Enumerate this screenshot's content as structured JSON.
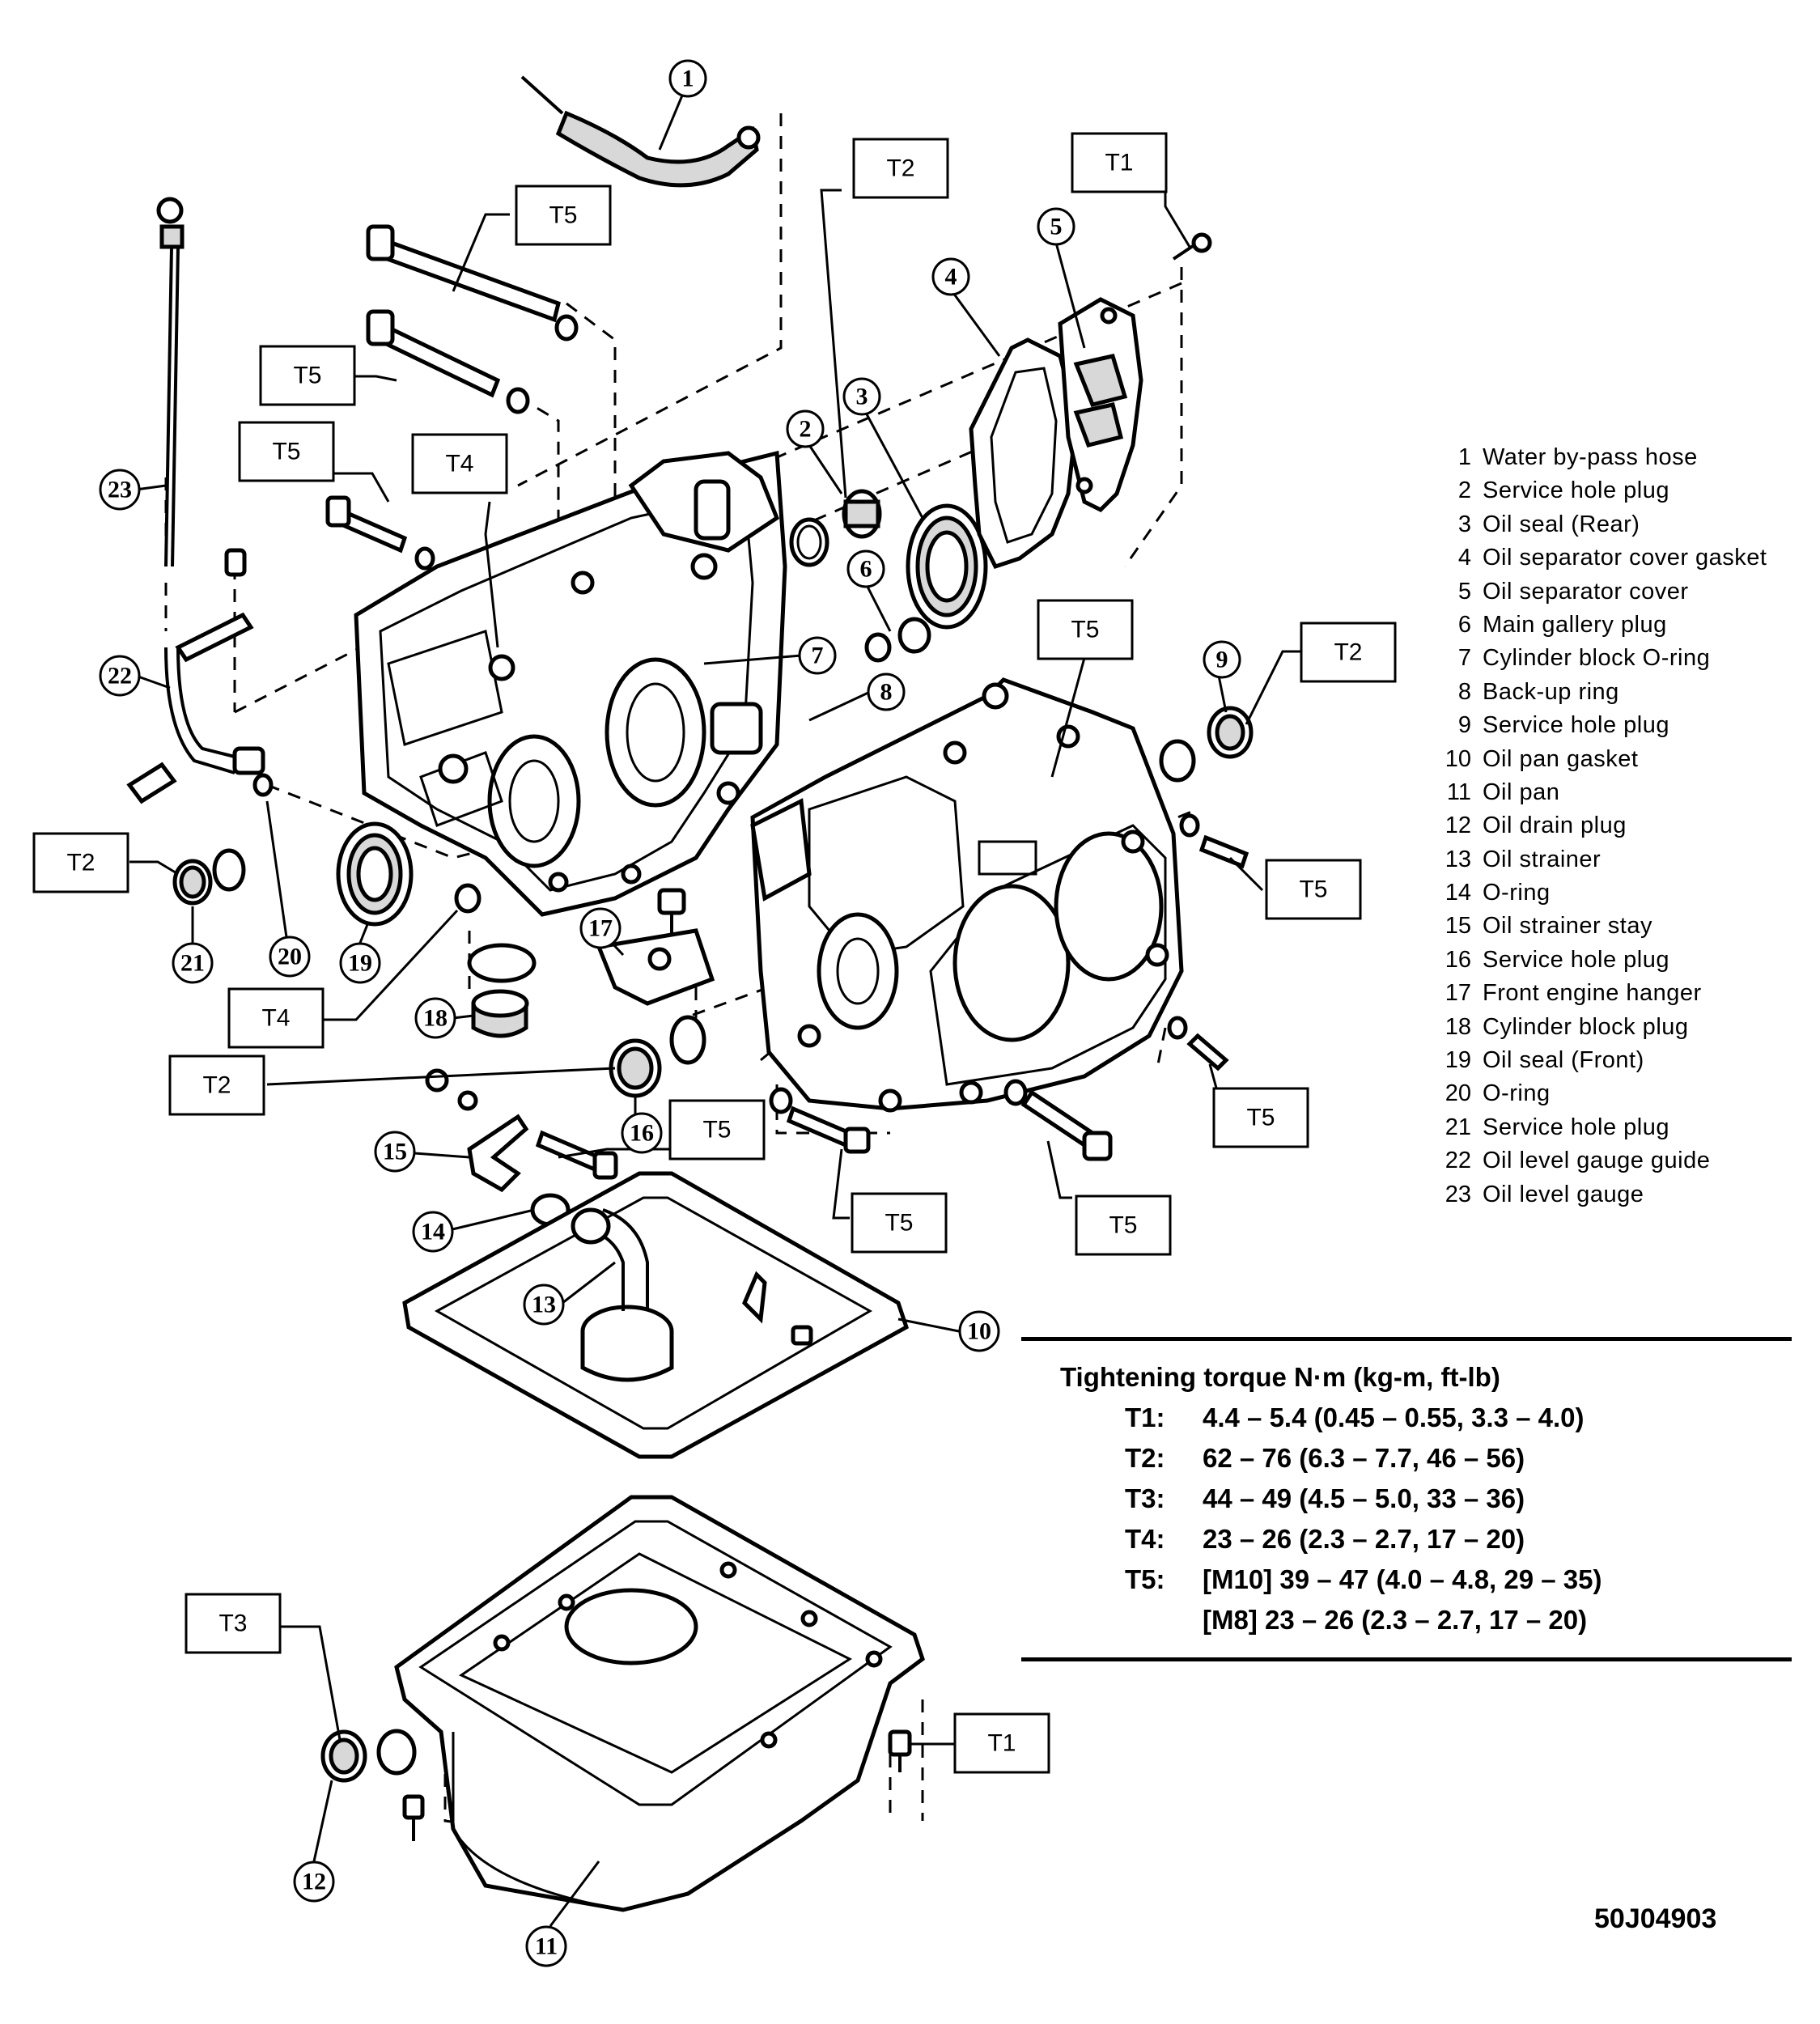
{
  "callouts": [
    "1",
    "2",
    "3",
    "4",
    "5",
    "6",
    "7",
    "8",
    "9",
    "10",
    "11",
    "12",
    "13",
    "14",
    "15",
    "16",
    "17",
    "18",
    "19",
    "20",
    "21",
    "22",
    "23"
  ],
  "torque_labels": {
    "t1": "T1",
    "t2": "T2",
    "t3": "T3",
    "t4": "T4",
    "t5": "T5"
  },
  "legend": [
    {
      "num": "1",
      "text": "Water by-pass hose"
    },
    {
      "num": "2",
      "text": "Service hole plug"
    },
    {
      "num": "3",
      "text": "Oil seal (Rear)"
    },
    {
      "num": "4",
      "text": "Oil separator cover gasket"
    },
    {
      "num": "5",
      "text": "Oil separator cover"
    },
    {
      "num": "6",
      "text": "Main gallery plug"
    },
    {
      "num": "7",
      "text": "Cylinder block O-ring"
    },
    {
      "num": "8",
      "text": "Back-up ring"
    },
    {
      "num": "9",
      "text": "Service hole plug"
    },
    {
      "num": "10",
      "text": "Oil pan gasket"
    },
    {
      "num": "11",
      "text": "Oil pan"
    },
    {
      "num": "12",
      "text": "Oil drain plug"
    },
    {
      "num": "13",
      "text": "Oil strainer"
    },
    {
      "num": "14",
      "text": "O-ring"
    },
    {
      "num": "15",
      "text": "Oil strainer stay"
    },
    {
      "num": "16",
      "text": "Service hole plug"
    },
    {
      "num": "17",
      "text": "Front engine hanger"
    },
    {
      "num": "18",
      "text": "Cylinder block plug"
    },
    {
      "num": "19",
      "text": "Oil seal (Front)"
    },
    {
      "num": "20",
      "text": "O-ring"
    },
    {
      "num": "21",
      "text": "Service hole plug"
    },
    {
      "num": "22",
      "text": "Oil level gauge guide"
    },
    {
      "num": "23",
      "text": "Oil level gauge"
    }
  ],
  "torque": {
    "title": "Tightening torque  N·m (kg-m, ft-lb)",
    "rows": [
      {
        "label": "T1:",
        "value": "4.4 – 5.4 (0.45 – 0.55, 3.3 – 4.0)"
      },
      {
        "label": "T2:",
        "value": "62 – 76   (6.3 – 7.7, 46 – 56)"
      },
      {
        "label": "T3:",
        "value": "44 – 49   (4.5 – 5.0, 33 – 36)"
      },
      {
        "label": "T4:",
        "value": "23 – 26   (2.3 – 2.7, 17 – 20)"
      },
      {
        "label": "T5:",
        "value": "[M10] 39 – 47 (4.0 – 4.8, 29 – 35)"
      },
      {
        "label": "",
        "value": "[M8]   23 – 26 (2.3 – 2.7, 17 – 20)"
      }
    ]
  },
  "reference_code": "50J04903"
}
